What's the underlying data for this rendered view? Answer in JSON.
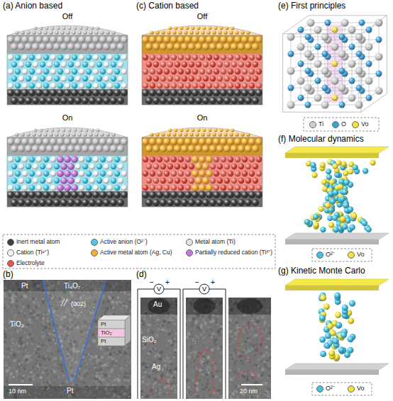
{
  "diagram": {
    "labels": [
      "(a) Anion based",
      "Off",
      "On",
      "(c) Cation based",
      "Off",
      "On",
      "(e) First principles",
      "(f) Molecular dynamics",
      "(g) Kinetic Monte Carlo",
      "(b)",
      "Pt",
      "Ti₄O₇",
      "(002)",
      "TiO₂",
      "Pt",
      "Pt",
      "TiO₂",
      "Pt",
      "10 nm",
      "(d)",
      "Au",
      "SiO₂",
      "Ag",
      "−",
      "V",
      "+",
      "−",
      "V",
      "+",
      "20 nm"
    ],
    "legend": [
      {
        "text": "Inert metal atom",
        "color": "#3f3f3f"
      },
      {
        "text": "Active anion (O²⁻)",
        "color": "#4cc7e4"
      },
      {
        "text": "Metal atom (Ti)",
        "color": "#e6e1e8"
      },
      {
        "text": "Cation (Ti⁴⁺)",
        "color": "#f4f4f4"
      },
      {
        "text": "Active metal atom (Ag, Cu)",
        "color": "#f2b035"
      },
      {
        "text": "Partially reduced cation (Ti³⁺)",
        "color": "#c27ad8"
      },
      {
        "text": "Electrolyte",
        "color": "#e0574d"
      },
      {
        "text": "Ti",
        "color": "#d0d0d0"
      },
      {
        "text": "O",
        "color": "#3fa0d8"
      },
      {
        "text": "Vo",
        "color": "#f2e23a"
      },
      {
        "text": "O²⁻",
        "color": "#45c3e3"
      },
      {
        "text": "Vo",
        "color": "#f2e23a"
      },
      {
        "text": "O²⁻",
        "color": "#45c3e3"
      },
      {
        "text": "Vo",
        "color": "#f2e23a"
      }
    ]
  }
}
